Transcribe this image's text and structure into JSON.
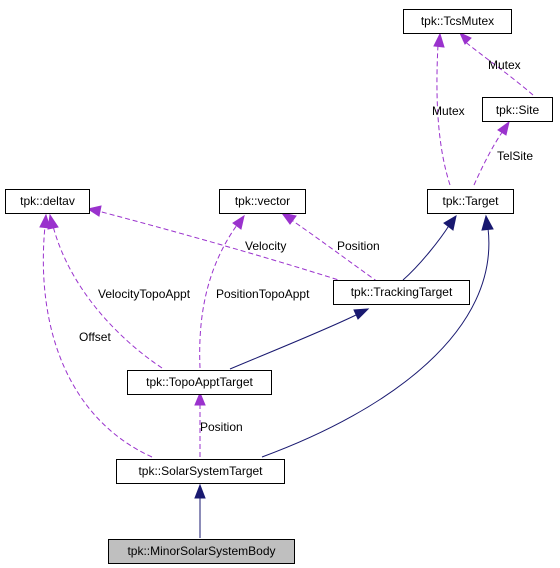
{
  "colors": {
    "inheritance": "#191970",
    "usage": "#9a32cd",
    "current_node_fill": "#bfbfbf"
  },
  "nodes": {
    "tcsmutex": "tpk::TcsMutex",
    "site": "tpk::Site",
    "deltav": "tpk::deltav",
    "vector": "tpk::vector",
    "target": "tpk::Target",
    "trackingtarget": "tpk::TrackingTarget",
    "topoappttarget": "tpk::TopoApptTarget",
    "solarsystemtarget": "tpk::SolarSystemTarget",
    "minorsolarsystembody": "tpk::MinorSolarSystemBody"
  },
  "edge_labels": {
    "mutex_site": "Mutex",
    "mutex_target": "Mutex",
    "telsite": "TelSite",
    "velocity": "Velocity",
    "position_tracking": "Position",
    "velocity_topo": "VelocityTopoAppt",
    "position_topo": "PositionTopoAppt",
    "offset": "Offset",
    "position_solar": "Position"
  }
}
